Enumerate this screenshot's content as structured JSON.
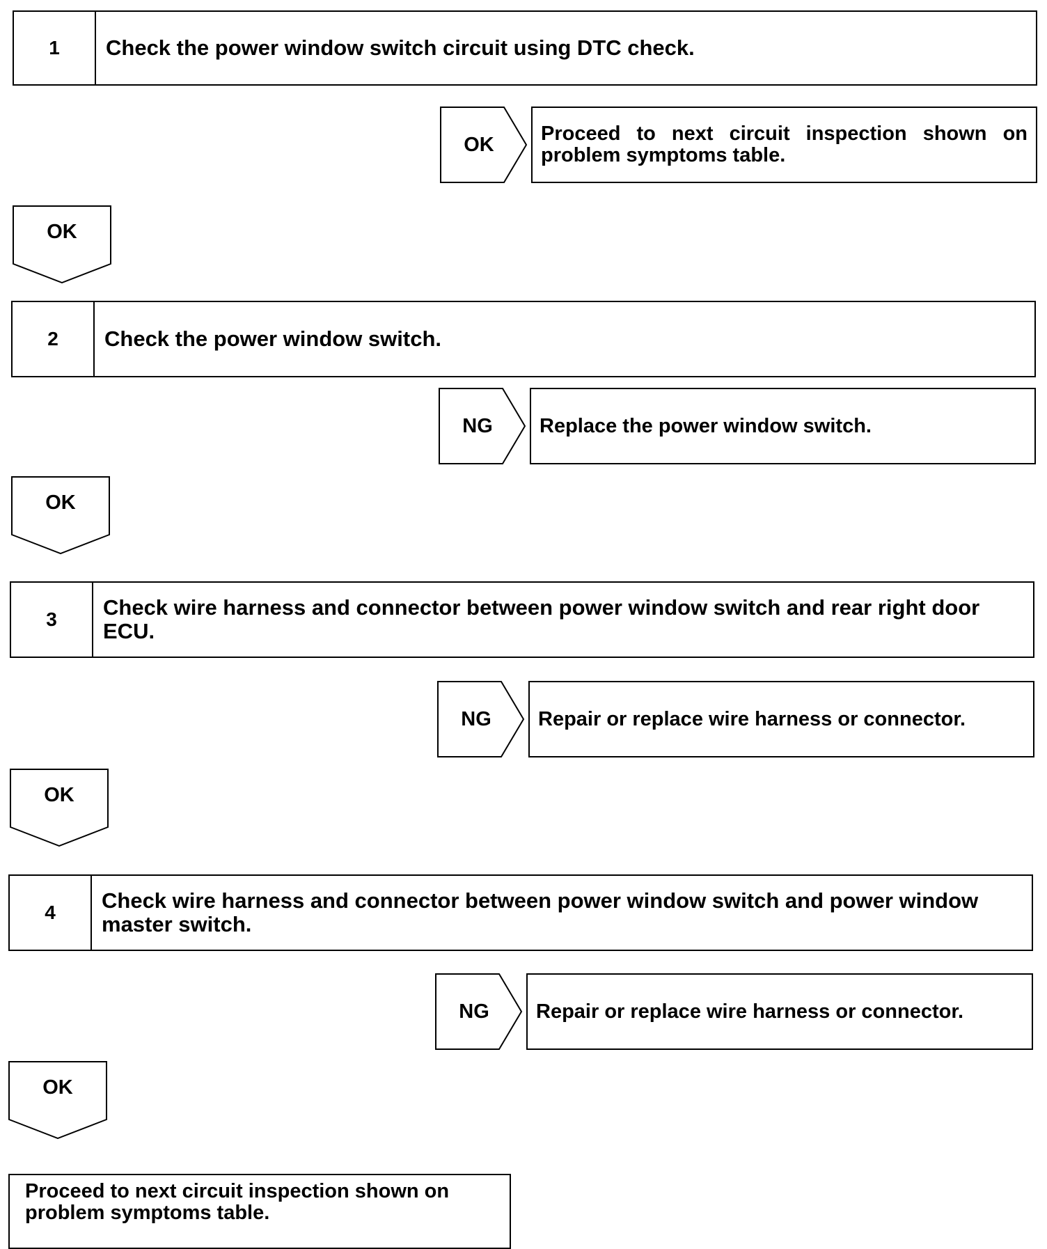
{
  "steps": [
    {
      "number": "1",
      "text": "Check the power window switch circuit using DTC check.",
      "result_label": "OK",
      "result_text": "Proceed to next circuit inspection shown on problem symptoms table.",
      "continue_label": "OK"
    },
    {
      "number": "2",
      "text": "Check the power window switch.",
      "result_label": "NG",
      "result_text": "Replace the power window switch.",
      "continue_label": "OK"
    },
    {
      "number": "3",
      "text": "Check wire harness and connector between power window switch and rear right door ECU.",
      "result_label": "NG",
      "result_text": "Repair or replace wire harness or connector.",
      "continue_label": "OK"
    },
    {
      "number": "4",
      "text": "Check wire harness and connector between power window switch and power window master switch.",
      "result_label": "NG",
      "result_text": "Repair or replace wire harness or connector.",
      "continue_label": "OK"
    }
  ],
  "final_text": "Proceed to next circuit inspection shown on problem symptoms table."
}
